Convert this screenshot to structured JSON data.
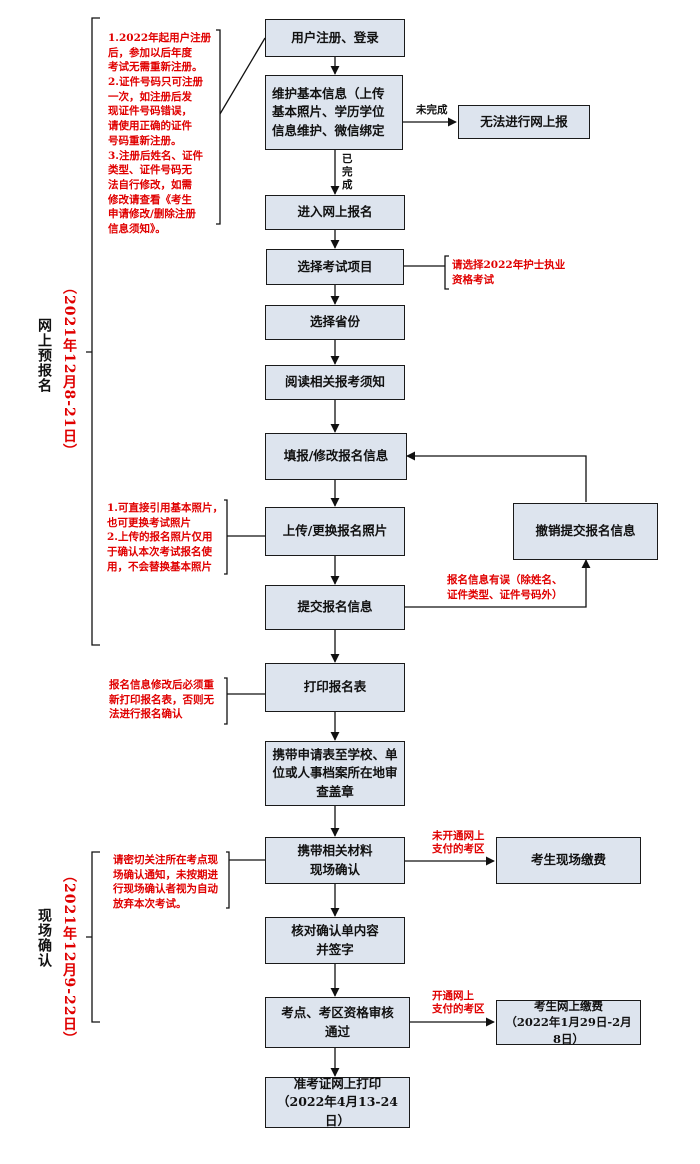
{
  "steps": {
    "register": "用户注册、登录",
    "basic_info": "维护基本信息（上传\n基本照片、学历学位\n信息维护、微信绑定",
    "cannot_apply": "无法进行网上报",
    "enter_apply": "进入网上报名",
    "select_exam": "选择考试项目",
    "select_province": "选择省份",
    "read_notice": "阅读相关报考须知",
    "fill_info": "填报/修改报名信息",
    "upload_photo": "上传/更换报名照片",
    "cancel_submit": "撤销提交报名信息",
    "submit_info": "提交报名信息",
    "print_form": "打印报名表",
    "stamp": "携带申请表至学校、单\n位或人事档案所在地审\n查盖章",
    "onsite_confirm": "携带相关材料\n现场确认",
    "onsite_pay": "考生现场缴费",
    "verify_sign": "核对确认单内容\n并签字",
    "qualification": "考点、考区资格审核\n通过",
    "online_pay": "考生网上缴费\n（2022年1月29日-2月8日）",
    "admit_card": "准考证网上打印\n（2022年4月13-24日）"
  },
  "labels": {
    "not_done": "未完成",
    "done": "已\n完\n成",
    "no_online_pay": "未开通网上\n支付的考区",
    "online_pay_open": "开通网上\n支付的考区"
  },
  "notes": {
    "register": "1.2022年起用户注册\n后，参加以后年度\n考试无需重新注册。\n2.证件号码只可注册\n一次，如注册后发\n现证件号码错误，\n请使用正确的证件\n号码重新注册。\n3.注册后姓名、证件\n类型、证件号码无\n法自行修改，如需\n修改请查看《考生\n申请修改/删除注册\n信息须知》。",
    "select_exam": "请选择2022年护士执业\n资格考试",
    "photo": "1.可直接引用基本照片，\n也可更换考试照片\n2.上传的报名照片仅用\n于确认本次考试报名使\n用，不会替换基本照片",
    "error": "报名信息有误（除姓名、\n证件类型、证件号码外）",
    "print": "报名信息修改后必须重\n新打印报名表，否则无\n法进行报名确认",
    "onsite": "请密切关注所在考点现\n场确认通知，未按期进\n行现场确认者视为自动\n放弃本次考试。"
  },
  "phases": {
    "online_title": "网上预报名",
    "online_date": "（2021年12月8-21日）",
    "onsite_title": "现场确认",
    "onsite_date": "（2021年12月9-22日）"
  }
}
